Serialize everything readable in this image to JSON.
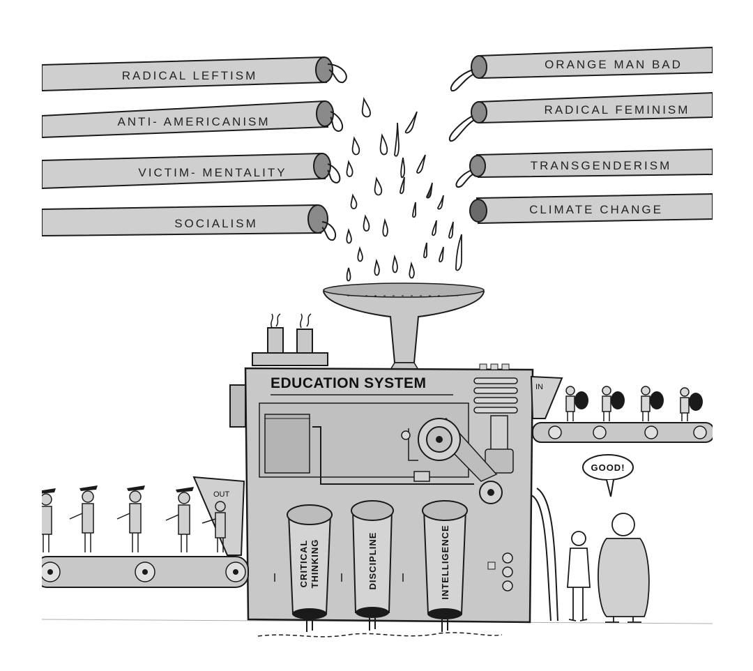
{
  "colors": {
    "pipe_fill": "#cfcfcf",
    "machine_fill": "#c8c8c8",
    "ink": "#1a1a1a",
    "paper": "#ffffff"
  },
  "left_pipes": [
    {
      "label": "RADICAL LEFTISM"
    },
    {
      "label": "ANTI- AMERICANISM"
    },
    {
      "label": "VICTIM- MENTALITY"
    },
    {
      "label": "SOCIALISM"
    }
  ],
  "right_pipes": [
    {
      "label": "ORANGE MAN BAD"
    },
    {
      "label": "RADICAL FEMINISM"
    },
    {
      "label": "TRANSGENDERISM"
    },
    {
      "label": "CLIMATE CHANGE"
    }
  ],
  "machine": {
    "title": "EDUCATION SYSTEM",
    "in_label": "IN",
    "out_label": "OUT"
  },
  "cylinders": [
    {
      "line1": "CRITICAL",
      "line2": "THINKING"
    },
    {
      "line1": "DISCIPLINE",
      "line2": ""
    },
    {
      "line1": "INTELLIGENCE",
      "line2": ""
    }
  ],
  "speech_bubble": {
    "text": "GOOD!"
  }
}
